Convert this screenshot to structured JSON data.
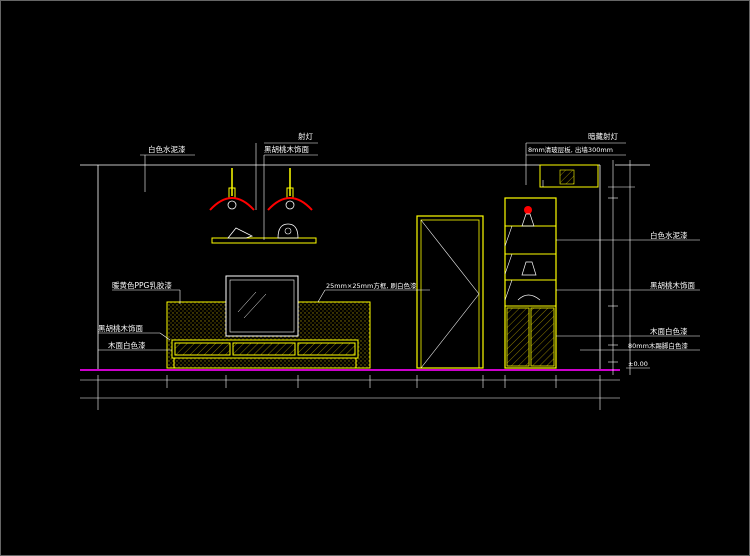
{
  "labels": {
    "white_paint_top": "白色水泥漆",
    "spotlight": "射灯",
    "black_walnut_veneer_top": "黑胡桃木饰面",
    "hidden_spotlight": "暗藏射灯",
    "glass_shelf": "8mm清玻层板, 出墙300mm",
    "white_paint_right": "白色水泥漆",
    "black_walnut_right": "黑胡桃木饰面",
    "wood_white_right": "木面白色漆",
    "wood_skirting": "80mm木踢脚白色漆",
    "level": "±0.00",
    "ppg_latex": "暖黄色PPG乳胶漆",
    "black_walnut_left": "黑胡桃木饰面",
    "wood_white_left": "木面白色漆",
    "square_wood": "25mm×25mm方框, 刷白色漆"
  },
  "colors": {
    "background": "#000000",
    "outline": "#ffffff",
    "furniture": "#ffff00",
    "lamp": "#ff0000",
    "floor": "#cc00cc",
    "dimension": "#00ffff",
    "hatch": "#8a7a00"
  }
}
